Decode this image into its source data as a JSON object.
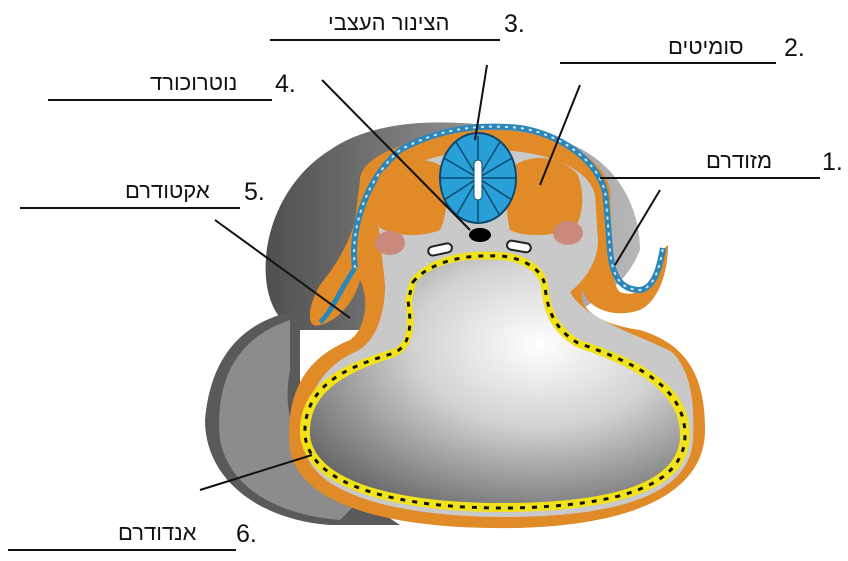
{
  "labels": [
    {
      "id": "mesoderm",
      "number": "1.",
      "term": "מזודרם"
    },
    {
      "id": "somites",
      "number": "2.",
      "term": "סומיטים"
    },
    {
      "id": "neuraltube",
      "number": "3.",
      "term": "הצינור העצבי"
    },
    {
      "id": "notochord",
      "number": "4.",
      "term": "נוטרוכורד"
    },
    {
      "id": "ectoderm",
      "number": "5.",
      "term": "אקטודרם"
    },
    {
      "id": "endoderm",
      "number": "6.",
      "term": "אנדודרם"
    }
  ],
  "colors": {
    "mesoderm": "#e08a28",
    "ectoderm": "#2d86b8",
    "endoderm": "#f2e21a",
    "neural_tube": "#2aa0d8",
    "somite_node": "#c98a7c",
    "body_shadow": "#6f6f6f"
  }
}
